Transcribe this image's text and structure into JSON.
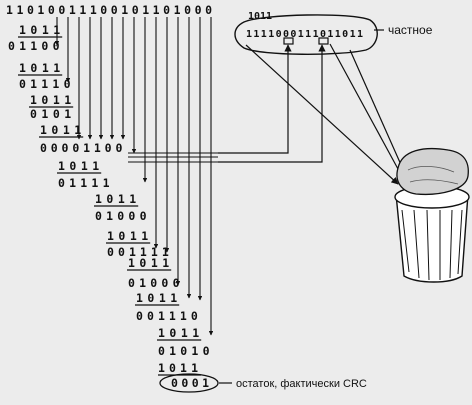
{
  "dividend": "11010011100101101000",
  "divisor": "1011",
  "steps": [
    {
      "sub": "1011",
      "rem": "01100"
    },
    {
      "sub": "1011",
      "rem": "01110"
    },
    {
      "sub": "1011",
      "rem": "0101"
    },
    {
      "sub": "1011",
      "rem": "00001100"
    },
    {
      "sub": "1011",
      "rem": "01111"
    },
    {
      "sub": "1011",
      "rem": "01000"
    },
    {
      "sub": "1011",
      "rem": "001111"
    },
    {
      "sub": "1011",
      "rem": "01000"
    },
    {
      "sub": "1011",
      "rem": "001110"
    },
    {
      "sub": "1011",
      "rem": "01010"
    }
  ],
  "last_sub": "1011",
  "remainder": "0001",
  "quotient_box": {
    "divisor": "1011",
    "quotient": "1111000111011011",
    "label": "частное"
  },
  "remainder_label": "остаток, фактически CRC",
  "colors": {
    "background": "#ececec",
    "ink": "#111111"
  },
  "icons": {
    "trash": "wastebasket-icon"
  }
}
